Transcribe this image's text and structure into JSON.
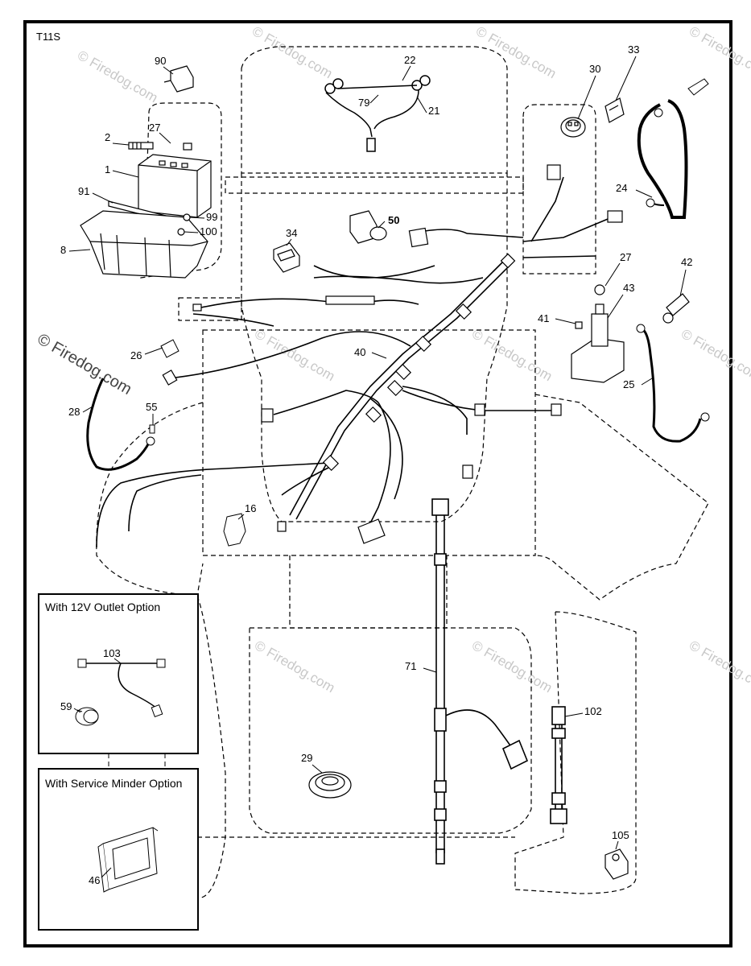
{
  "page_code": "T11S",
  "watermark": "© Firedog.com",
  "options": {
    "outlet_title": "With 12V Outlet Option",
    "service_title": "With Service Minder Option"
  },
  "callouts": {
    "c90": "90",
    "c27a": "27",
    "c2": "2",
    "c1": "1",
    "c91": "91",
    "c99": "99",
    "c100": "100",
    "c8": "8",
    "c22": "22",
    "c79": "79",
    "c21": "21",
    "c30": "30",
    "c33": "33",
    "c24": "24",
    "c50": "50",
    "c34": "34",
    "c27b": "27",
    "c42": "42",
    "c43": "43",
    "c41": "41",
    "c26": "26",
    "c40": "40",
    "c25": "25",
    "c28": "28",
    "c55": "55",
    "c16": "16",
    "c103": "103",
    "c59": "59",
    "c71": "71",
    "c102": "102",
    "c29": "29",
    "c46": "46",
    "c105": "105"
  }
}
